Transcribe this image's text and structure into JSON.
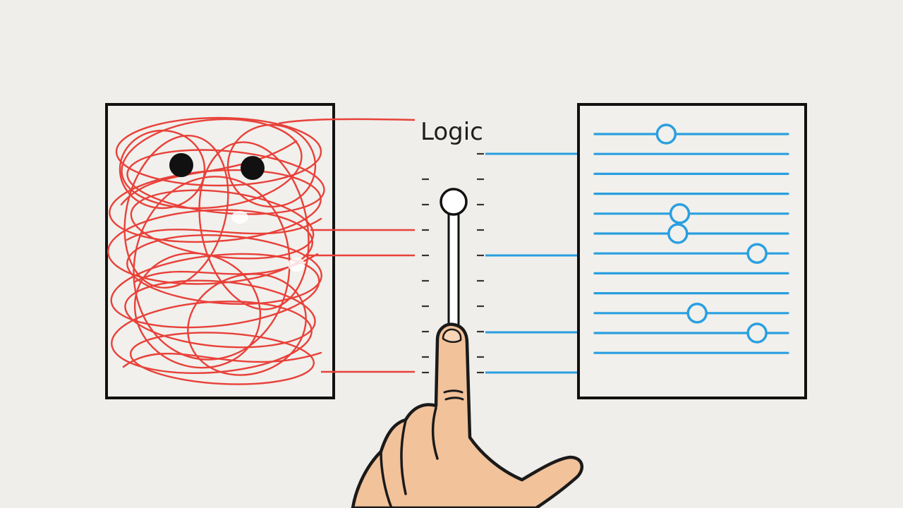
{
  "labels": {
    "center_title": "Logic"
  },
  "slider": {
    "level": 0.2
  },
  "right_panel": {
    "knob_positions": [
      0.37,
      null,
      null,
      null,
      0.44,
      0.43,
      0.84,
      null,
      null,
      0.53,
      0.84,
      null
    ]
  },
  "colors": {
    "background": "#efeeea",
    "outline": "#111111",
    "tangle_red": "#e8413a",
    "line_blue": "#2a9fe0",
    "skin": "#f2c29a",
    "skin_shadow": "#e3a87c"
  },
  "icons": {
    "left_panel": "tangled-scribble-icon",
    "right_panel": "ordered-sliders-icon",
    "center": "vertical-slider-icon",
    "hand": "pointing-hand-icon"
  }
}
